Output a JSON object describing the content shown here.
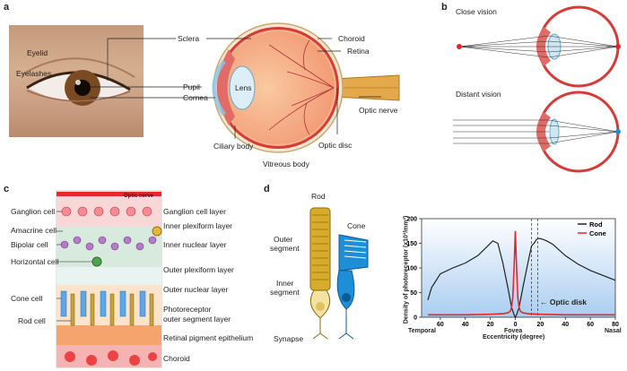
{
  "panels": {
    "a": "a",
    "b": "b",
    "c": "c",
    "d": "d"
  },
  "panel_a": {
    "photo_labels": [
      "Eyelid",
      "Eyelashes"
    ],
    "labels": {
      "sclera": "Sclera",
      "pupil": "Pupil",
      "cornea": "Cornea",
      "lens": "Lens",
      "choroid": "Choroid",
      "retina": "Retina",
      "optic_nerve": "Optic nerve",
      "ciliary_body": "Ciliary body",
      "vitreous_body": "Vitreous body",
      "optic_disc": "Optic disc"
    }
  },
  "panel_b": {
    "close": "Close vision",
    "distant": "Distant vision"
  },
  "panel_c": {
    "top_label": "Optic nerve",
    "left_labels": [
      "Ganglion cell",
      "Amacrine cell",
      "Bipolar cell",
      "Horizontal cell",
      "Cone cell",
      "Rod cell"
    ],
    "right_labels": {
      "gcl": "Ganglion cell layer",
      "ipl": "Inner plexiform layer",
      "inl": "Inner nuclear layer",
      "opl": "Outer plexiform layer",
      "onl": "Outer nuclear layer",
      "pr1": "Photoreceptor",
      "pr2": "outer segment layer",
      "rpe": "Retinal pigment epithelium",
      "choroid": "Choroid"
    }
  },
  "panel_d": {
    "rod": "Rod",
    "cone": "Cone",
    "outer1": "Outer",
    "outer2": "segment",
    "inner1": "Inner",
    "inner2": "segment",
    "synapse": "Synapse"
  },
  "colors": {
    "rod_line": "#222222",
    "cone_line": "#e8262a",
    "rod_cell": "#d9ab2b",
    "cone_cell": "#1e8fd6"
  },
  "chart_data": {
    "type": "line",
    "ylabel": "Density of photoreceptor (x10³/mm²)",
    "xlabel": "Eccentricity (degree)",
    "x_left_note": "Temporal",
    "x_center_note": "Fovea",
    "x_right_note": "Nasal",
    "xticks": [
      "60",
      "40",
      "20",
      "0",
      "20",
      "40",
      "60",
      "80"
    ],
    "yticks": [
      "0",
      "50",
      "100",
      "150",
      "200"
    ],
    "ylim": [
      0,
      200
    ],
    "annotation": "Optic disk",
    "series": [
      {
        "name": "Rod",
        "color": "#222222",
        "x": [
          -70,
          -67,
          -60,
          -50,
          -40,
          -30,
          -22,
          -18,
          -14,
          -10,
          -6,
          -3,
          -1,
          0,
          1,
          3,
          6,
          10,
          13,
          15,
          17,
          19,
          22,
          25,
          30,
          40,
          50,
          60,
          70,
          80
        ],
        "y": [
          35,
          60,
          88,
          100,
          110,
          125,
          145,
          155,
          150,
          110,
          60,
          20,
          5,
          0,
          5,
          20,
          60,
          110,
          145,
          150,
          158,
          160,
          158,
          155,
          148,
          125,
          108,
          95,
          85,
          75
        ]
      },
      {
        "name": "Cone",
        "color": "#e8262a",
        "x": [
          -70,
          -40,
          -20,
          -10,
          -6,
          -4,
          -3,
          -2,
          -1,
          0,
          1,
          2,
          3,
          4,
          6,
          10,
          20,
          40,
          80
        ],
        "y": [
          5,
          5,
          6,
          7,
          9,
          12,
          20,
          40,
          100,
          175,
          100,
          40,
          20,
          12,
          9,
          7,
          6,
          5,
          5
        ]
      }
    ]
  }
}
